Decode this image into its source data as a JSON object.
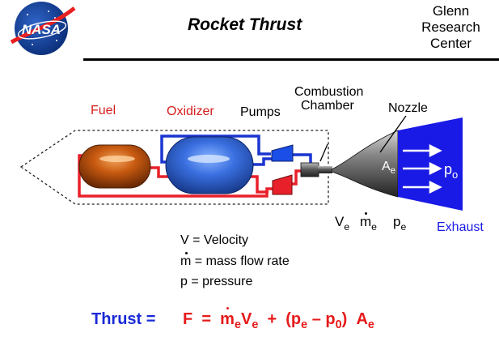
{
  "header": {
    "title": "Rocket Thrust",
    "logo_text": "NASA",
    "center_lines": [
      "Glenn",
      "Research",
      "Center"
    ]
  },
  "labels": {
    "fuel": "Fuel",
    "oxidizer": "Oxidizer",
    "pumps": "Pumps",
    "combustion": [
      "Combustion",
      "Chamber"
    ],
    "nozzle": "Nozzle",
    "exhaust": "Exhaust",
    "area": {
      "base": "A",
      "sub": "e"
    },
    "exit_pressure": {
      "base": "p",
      "sub": "o"
    },
    "exit_vars": {
      "velocity": {
        "base": "V",
        "sub": "e"
      },
      "mass_flow": {
        "base": "m",
        "sub": "e"
      },
      "pressure": {
        "base": "p",
        "sub": "e"
      }
    }
  },
  "legend": [
    {
      "symbol": "V",
      "text": "= Velocity"
    },
    {
      "symbol": "m",
      "text": "= mass flow rate"
    },
    {
      "symbol": "p",
      "text": "= pressure"
    }
  ],
  "formula": {
    "lhs": "Thrust =",
    "f": "F",
    "eq": "=",
    "m": "m",
    "m_sub": "e",
    "v": "V",
    "v_sub": "e",
    "plus": "+",
    "open": "(p",
    "pe_sub": "e",
    "minus": "–",
    "p0": "p",
    "p0_sub": "0",
    "close": ")",
    "a": "A",
    "a_sub": "e"
  },
  "colors": {
    "fuel_line": "#e8202a",
    "oxidizer_line": "#1a35d0",
    "fuel_label": "#d51d1d",
    "exhaust": "#1a1ae6",
    "thrust_label": "#1a2ad6",
    "formula": "#e61a1a",
    "logo_blue": "#0b3d91"
  }
}
